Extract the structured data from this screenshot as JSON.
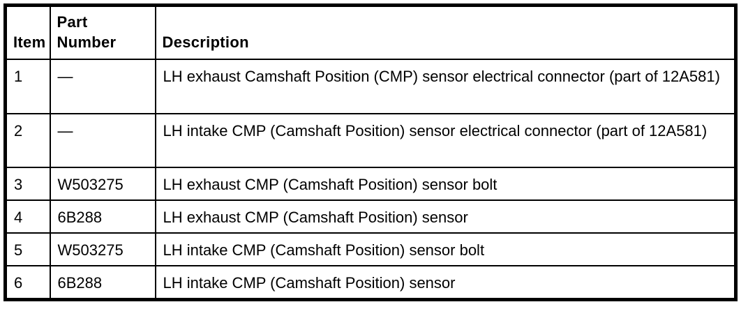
{
  "document": {
    "background_color": "#ffffff",
    "border_color": "#000000",
    "text_color": "#000000"
  },
  "parts_table": {
    "headers": {
      "item": "Item",
      "part_number": "Part Number",
      "description": "Description"
    },
    "rows": [
      {
        "item": "1",
        "part_number": "—",
        "description": "LH exhaust Camshaft Position (CMP) sensor electrical connector (part of 12A581)"
      },
      {
        "item": "2",
        "part_number": "—",
        "description": "LH intake CMP (Camshaft Position) sensor electrical connector (part of 12A581)"
      },
      {
        "item": "3",
        "part_number": "W503275",
        "description": "LH exhaust CMP (Camshaft Position) sensor bolt"
      },
      {
        "item": "4",
        "part_number": "6B288",
        "description": "LH exhaust CMP (Camshaft Position) sensor"
      },
      {
        "item": "5",
        "part_number": "W503275",
        "description": "LH intake CMP (Camshaft Position) sensor bolt"
      },
      {
        "item": "6",
        "part_number": "6B288",
        "description": "LH intake CMP (Camshaft Position) sensor"
      }
    ]
  }
}
